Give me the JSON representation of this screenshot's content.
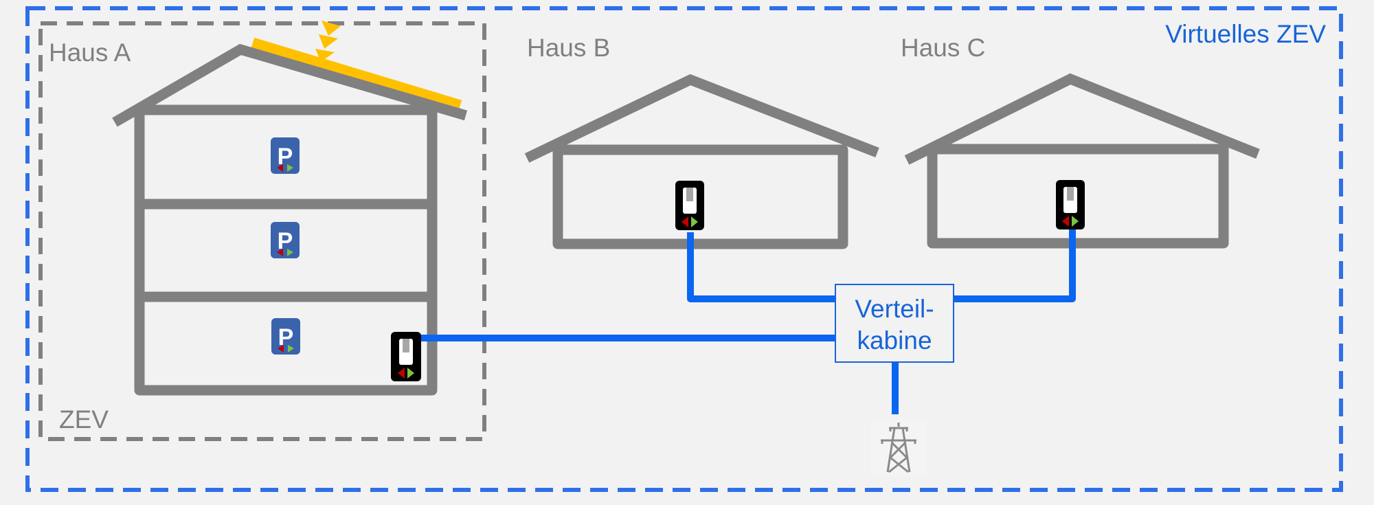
{
  "diagram": {
    "virtual_zev_label": "Virtuelles ZEV",
    "zev_label": "ZEV",
    "houses": [
      {
        "label": "Haus A",
        "floors": 3,
        "has_solar": true,
        "parking_icon_text": "P"
      },
      {
        "label": "Haus B"
      },
      {
        "label": "Haus C"
      }
    ],
    "distribution_cabinet": {
      "line1": "Verteil-",
      "line2": "kabine"
    },
    "grid_icon": "power-pylon-icon",
    "meter_icon": "electricity-meter-icon",
    "parking_icon": "ev-parking-icon"
  },
  "colors": {
    "background": "#f2f2f2",
    "house_stroke": "#808080",
    "virtual_zev_border": "#2f6fe8",
    "zev_border": "#808080",
    "wire": "#0a66f0",
    "solar": "#ffc000",
    "label_blue": "#1764d8",
    "parking_bg": "#3b63ac",
    "meter_bg": "#000000",
    "arrow_red": "#c00000",
    "arrow_green": "#7dc242"
  }
}
